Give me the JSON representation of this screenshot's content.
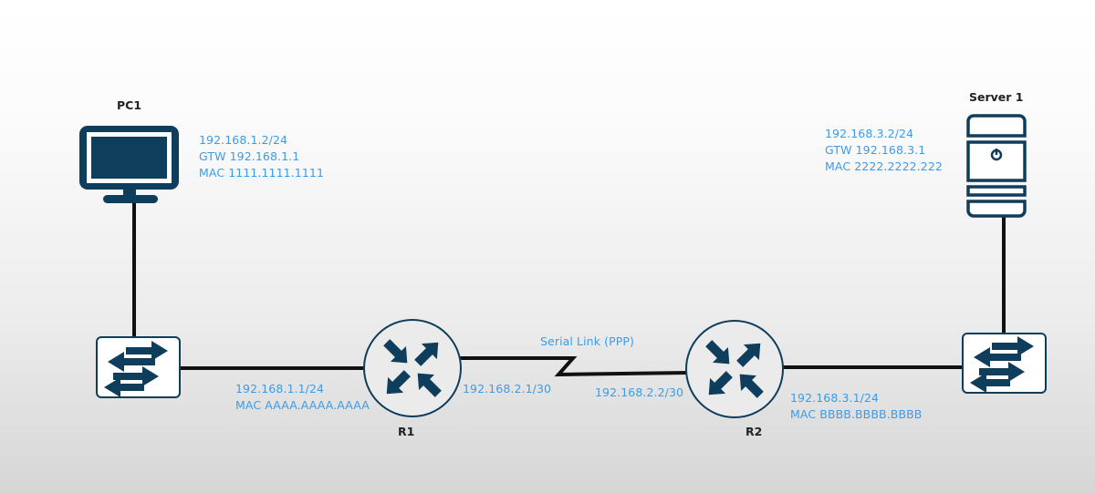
{
  "colors": {
    "icon": "#0f3d5c",
    "label": "#3d9be9",
    "link": "#111111",
    "device_name": "#222222"
  },
  "devices": {
    "pc1": {
      "name": "PC1",
      "icon": "monitor-icon",
      "ip": "192.168.1.2/24",
      "gateway": "GTW 192.168.1.1",
      "mac": "MAC 1111.1111.1111"
    },
    "server1": {
      "name": "Server 1",
      "icon": "server-icon",
      "ip": "192.168.3.2/24",
      "gateway": "GTW 192.168.3.1",
      "mac": "MAC 2222.2222.222"
    },
    "switch1": {
      "icon": "switch-icon"
    },
    "switch2": {
      "icon": "switch-icon"
    },
    "r1": {
      "name": "R1",
      "icon": "router-icon",
      "lan_ip": "192.168.1.1/24",
      "lan_mac": "MAC AAAA.AAAA.AAAA",
      "serial_ip": "192.168.2.1/30"
    },
    "r2": {
      "name": "R2",
      "icon": "router-icon",
      "serial_ip": "192.168.2.2/30",
      "lan_ip": "192.168.3.1/24",
      "lan_mac": "MAC BBBB.BBBB.BBBB"
    }
  },
  "links": {
    "serial_label": "Serial Link (PPP)"
  }
}
